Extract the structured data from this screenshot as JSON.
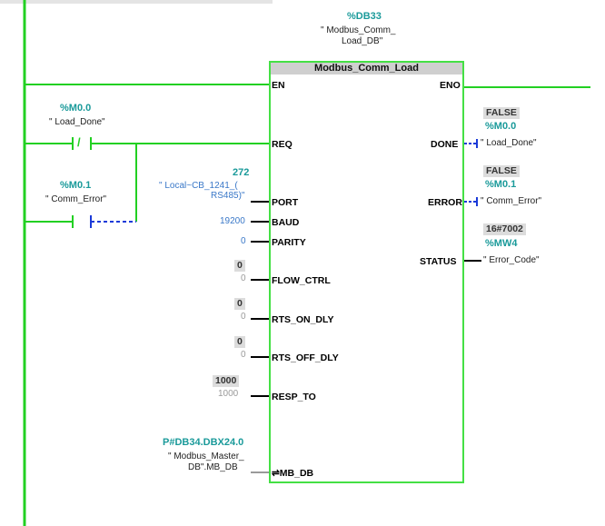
{
  "block": {
    "db_address": "%DB33",
    "instance_line1": "\" Modbus_Comm_",
    "instance_line2": "Load_DB\"",
    "title": "Modbus_Comm_Load"
  },
  "pins_in": [
    "EN",
    "REQ",
    "PORT",
    "BAUD",
    "PARITY",
    "FLOW_CTRL",
    "RTS_ON_DLY",
    "RTS_OFF_DLY",
    "RESP_TO",
    "⇌MB_DB"
  ],
  "pins_out": [
    "ENO",
    "DONE",
    "ERROR",
    "STATUS"
  ],
  "req_contact": {
    "address": "%M0.0",
    "tag": "\" Load_Done\"",
    "symbol": "/"
  },
  "comm_contact": {
    "address": "%M0.1",
    "tag": "\" Comm_Error\""
  },
  "port": {
    "value": "272",
    "tag_line1": "\" Local~CB_1241_(",
    "tag_line2": "RS485)\""
  },
  "baud": {
    "value": "19200"
  },
  "parity": {
    "value": "0"
  },
  "flow_ctrl": {
    "monitor": "0",
    "value": "0"
  },
  "rts_on_dly": {
    "monitor": "0",
    "value": "0"
  },
  "rts_off_dly": {
    "monitor": "0",
    "value": "0"
  },
  "resp_to": {
    "monitor": "1000",
    "value": "1000"
  },
  "mb_db": {
    "address": "P#DB34.DBX24.0",
    "tag_line1": "\" Modbus_Master_",
    "tag_line2": "DB\".MB_DB"
  },
  "done_out": {
    "monitor": "FALSE",
    "address": "%M0.0",
    "tag": "\" Load_Done\""
  },
  "error_out": {
    "monitor": "FALSE",
    "address": "%M0.1",
    "tag": "\" Comm_Error\""
  },
  "status_out": {
    "monitor": "16#7002",
    "address": "%MW4",
    "tag": "\" Error_Code\""
  },
  "colors": {
    "powered": "#22d022",
    "unpowered": "#1a3ad8",
    "block_border": "#44e044",
    "address": "#1a9a9a"
  }
}
